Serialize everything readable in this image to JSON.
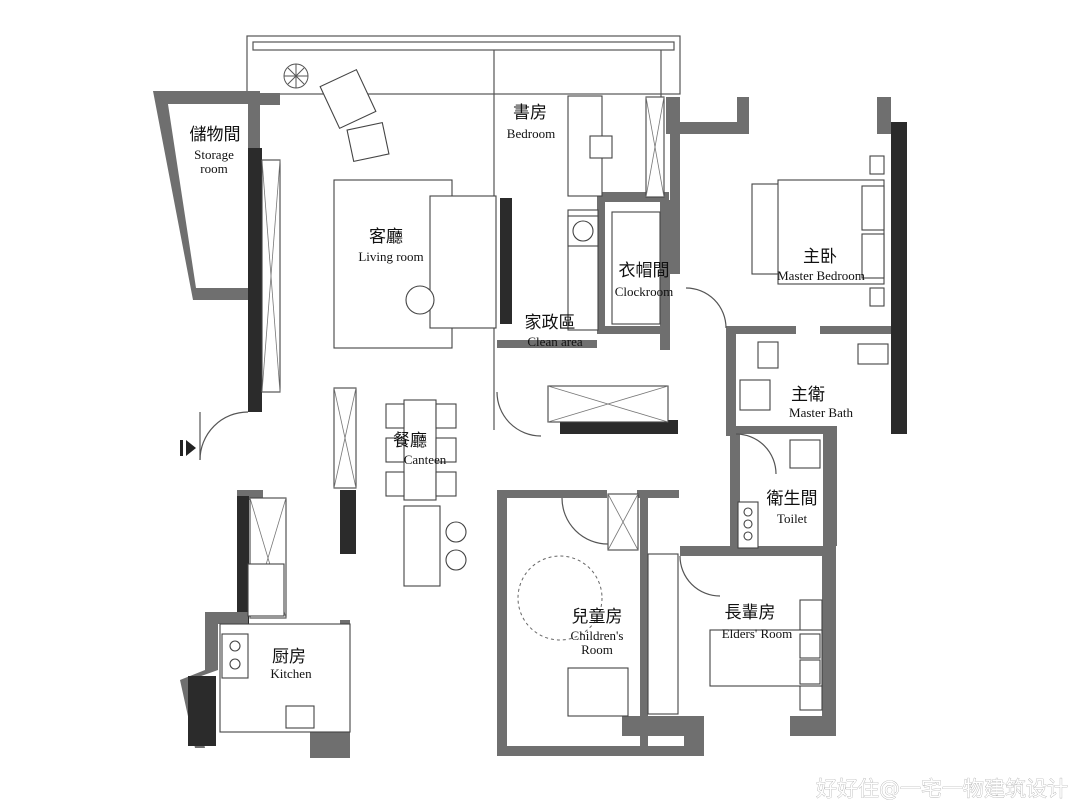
{
  "rooms": {
    "storage": {
      "zh": "儲物間",
      "en1": "Storage",
      "en2": "room"
    },
    "living": {
      "zh": "客廳",
      "en": "Living room"
    },
    "study": {
      "zh": "書房",
      "en": "Bedroom"
    },
    "closet": {
      "zh": "衣帽間",
      "en": "Clockroom"
    },
    "master": {
      "zh": "主卧",
      "en": "Master Bedroom"
    },
    "clean": {
      "zh": "家政區",
      "en": "Clean area"
    },
    "mbath": {
      "zh": "主衛",
      "en": "Master Bath"
    },
    "canteen": {
      "zh": "餐廳",
      "en": "Canteen"
    },
    "toilet": {
      "zh": "衛生間",
      "en": "Toilet"
    },
    "children": {
      "zh": "兒童房",
      "en1": "Children's",
      "en2": "Room"
    },
    "elders": {
      "zh": "長輩房",
      "en": "Elders' Room"
    },
    "kitchen": {
      "zh": "厨房",
      "en": "Kitchen"
    }
  },
  "watermark": "好好住@一宅一物建筑设计"
}
